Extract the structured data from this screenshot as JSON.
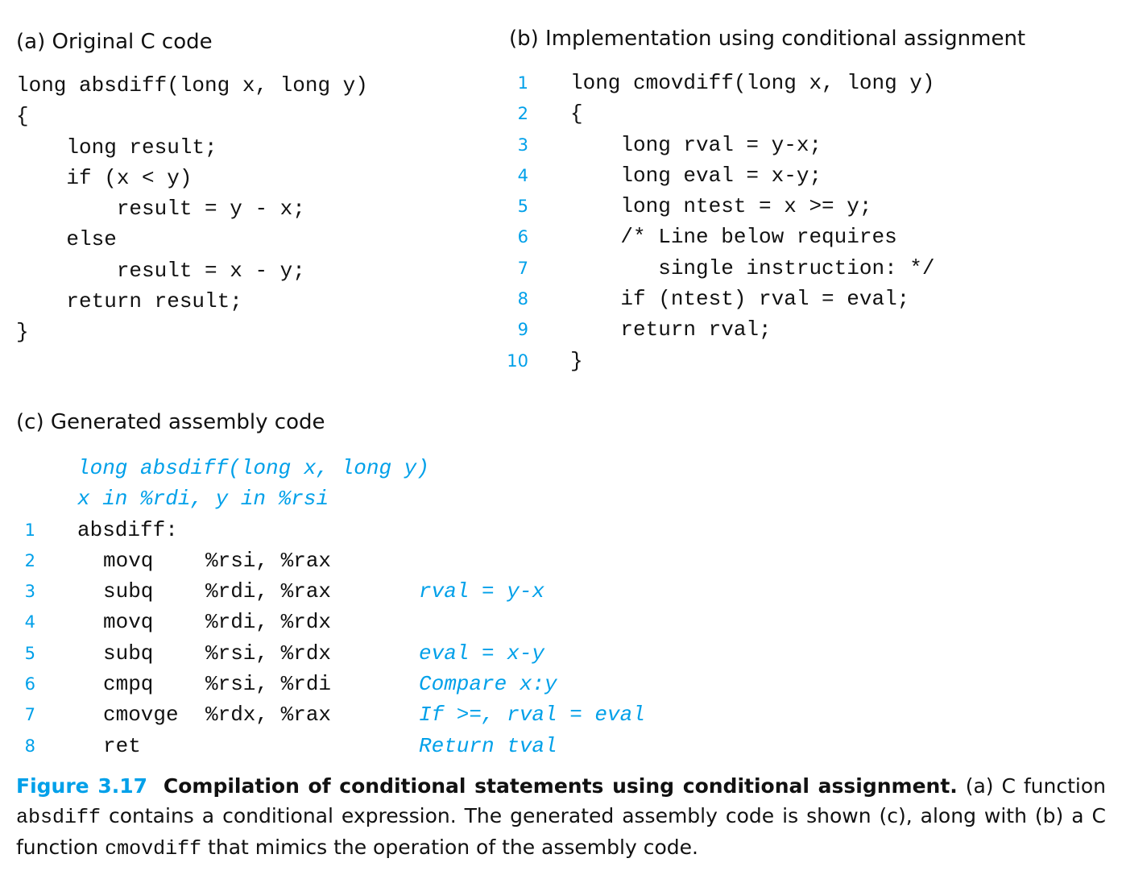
{
  "panel_a": {
    "heading": "(a) Original C code",
    "lines": [
      "long absdiff(long x, long y)",
      "{",
      "    long result;",
      "    if (x < y)",
      "        result = y - x;",
      "    else",
      "        result = x - y;",
      "    return result;",
      "}"
    ]
  },
  "panel_b": {
    "heading": "(b) Implementation using conditional assignment",
    "lines": [
      {
        "num": "1",
        "code": "long cmovdiff(long x, long y)"
      },
      {
        "num": "2",
        "code": "{"
      },
      {
        "num": "3",
        "code": "    long rval = y-x;"
      },
      {
        "num": "4",
        "code": "    long eval = x-y;"
      },
      {
        "num": "5",
        "code": "    long ntest = x >= y;"
      },
      {
        "num": "6",
        "code": "    /* Line below requires"
      },
      {
        "num": "7",
        "code": "       single instruction: */"
      },
      {
        "num": "8",
        "code": "    if (ntest) rval = eval;"
      },
      {
        "num": "9",
        "code": "    return rval;"
      },
      {
        "num": "10",
        "code": "}"
      }
    ]
  },
  "panel_c": {
    "heading": "(c) Generated assembly code",
    "annotations": [
      "long absdiff(long x, long y)",
      "x in %rdi, y in %rsi"
    ],
    "label": {
      "num": "1",
      "text": "absdiff:"
    },
    "instructions": [
      {
        "num": "2",
        "op": "movq",
        "args": "%rsi, %rax",
        "comment": ""
      },
      {
        "num": "3",
        "op": "subq",
        "args": "%rdi, %rax",
        "comment": "rval = y-x"
      },
      {
        "num": "4",
        "op": "movq",
        "args": "%rdi, %rdx",
        "comment": ""
      },
      {
        "num": "5",
        "op": "subq",
        "args": "%rsi, %rdx",
        "comment": "eval = x-y"
      },
      {
        "num": "6",
        "op": "cmpq",
        "args": "%rsi, %rdi",
        "comment": "Compare x:y"
      },
      {
        "num": "7",
        "op": "cmovge",
        "args": "%rdx, %rax",
        "comment": "If >=, rval = eval"
      },
      {
        "num": "8",
        "op": "ret",
        "args": "",
        "comment": "Return tval"
      }
    ]
  },
  "caption": {
    "figure": "Figure 3.17",
    "title": "Compilation of conditional statements using conditional assignment.",
    "t1": " (a) C function ",
    "code1": "absdiff",
    "t2": " contains a conditional expression. The generated assembly code is shown (c), along with (b) a C function ",
    "code2": "cmovdiff",
    "t3": " that mimics the operation of the assembly code."
  },
  "colors": {
    "accent": "#00a0e9",
    "text": "#111111"
  }
}
